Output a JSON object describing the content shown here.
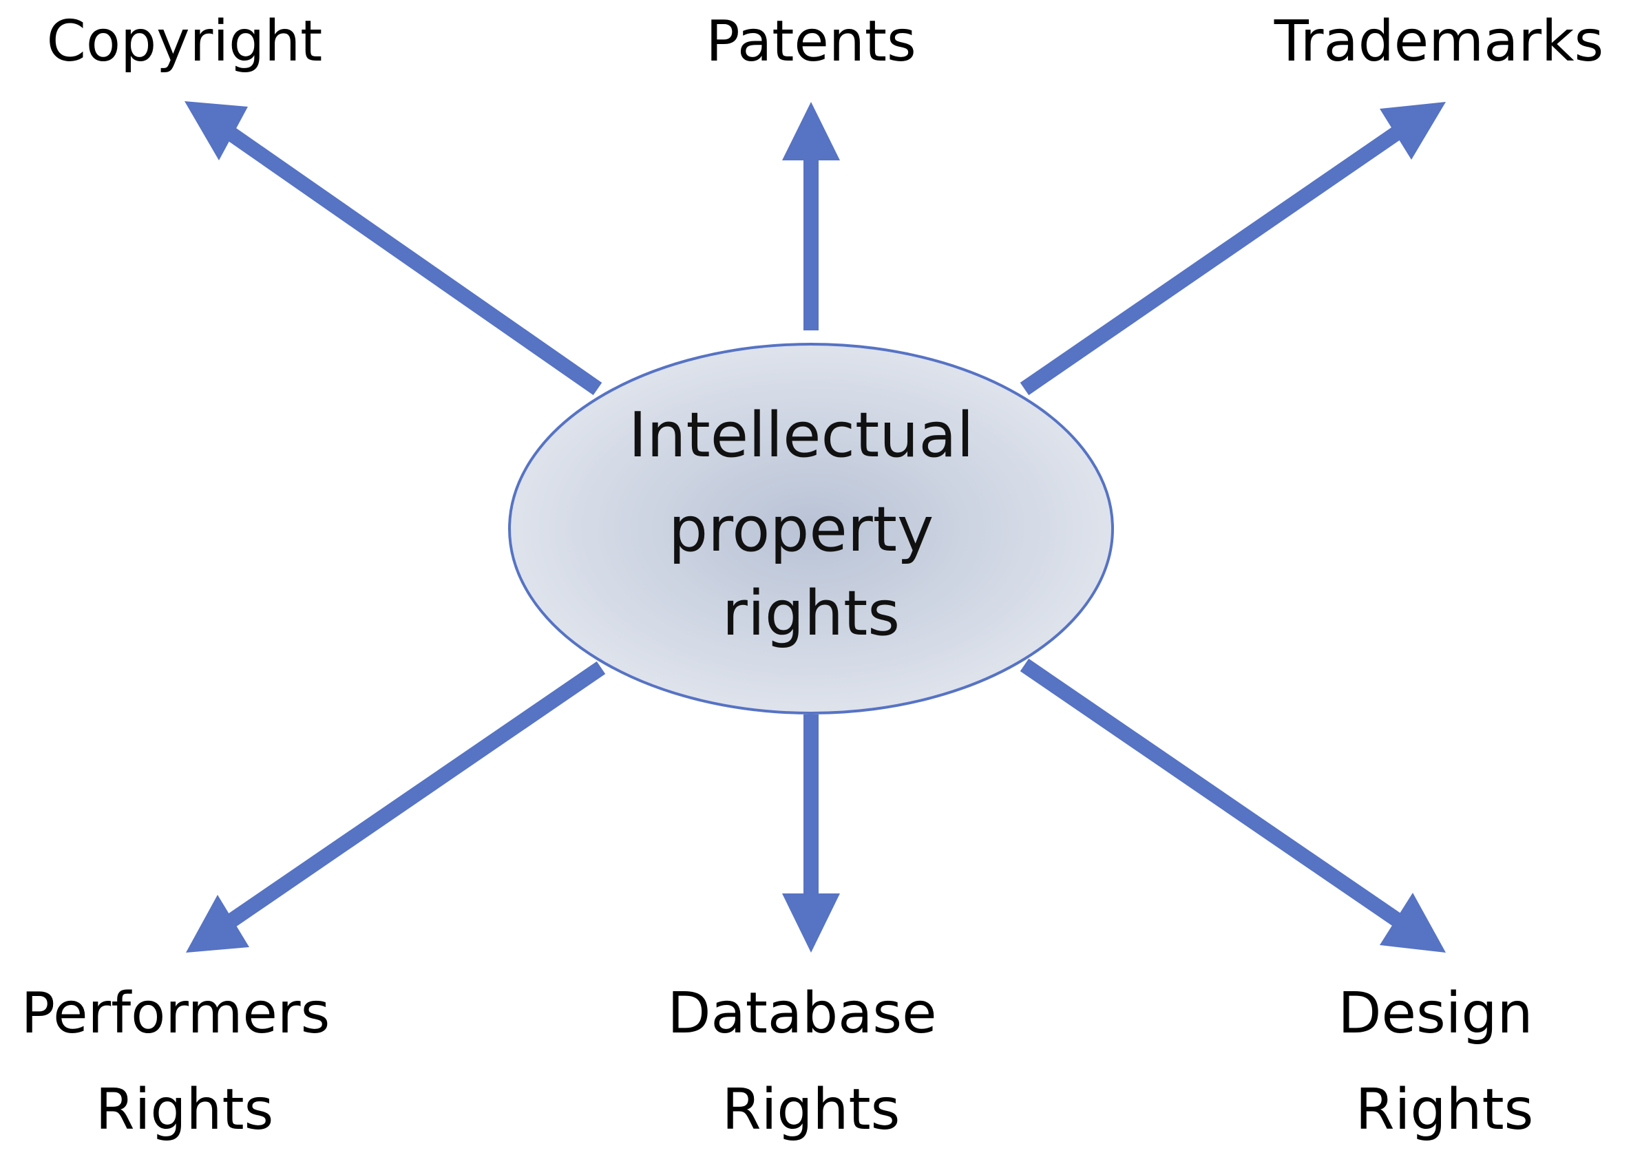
{
  "diagram": {
    "center": {
      "lines": [
        "Intellectual",
        "property",
        "rights"
      ]
    },
    "branches": [
      {
        "id": "copyright",
        "lines": [
          "Copyright"
        ]
      },
      {
        "id": "patents",
        "lines": [
          "Patents"
        ]
      },
      {
        "id": "trademarks",
        "lines": [
          "Trademarks"
        ]
      },
      {
        "id": "performers-rights",
        "lines": [
          "Performers",
          "Rights"
        ]
      },
      {
        "id": "database-rights",
        "lines": [
          "Database",
          "Rights"
        ]
      },
      {
        "id": "design-rights",
        "lines": [
          "Design",
          "Rights"
        ]
      }
    ]
  },
  "colors": {
    "arrow": "#5673C4",
    "ellipse_stroke": "#5673C4",
    "ellipse_fill_center": "#B9C3D6",
    "ellipse_fill_edge": "#E2E6EE",
    "text": "#000000"
  }
}
